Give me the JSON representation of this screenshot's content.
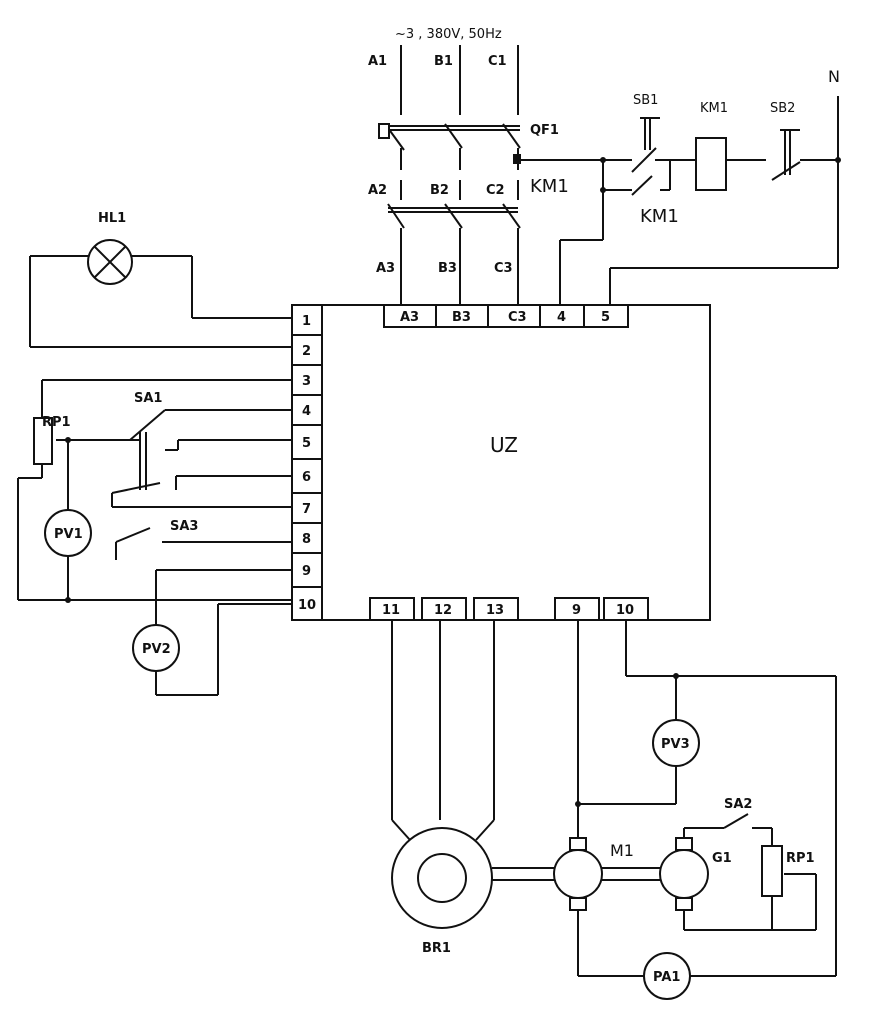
{
  "supply": {
    "label": "~3 , 380V, 50Hz",
    "phases_in": [
      "A1",
      "B1",
      "C1"
    ],
    "phases_mid": [
      "A2",
      "B2",
      "C2"
    ],
    "phases_out": [
      "A3",
      "B3",
      "C3"
    ],
    "neutral": "N"
  },
  "breaker": {
    "label": "QF1"
  },
  "contactor": {
    "label": "KM1",
    "contact_label": "KM1",
    "aux_label": "KM1"
  },
  "buttons": {
    "start": "SB1",
    "stop": "SB2"
  },
  "lamp": {
    "label": "HL1"
  },
  "potentiometer_left": {
    "label": "RP1"
  },
  "potentiometer_right": {
    "label": "RP1"
  },
  "switches": {
    "sa1": "SA1",
    "sa2": "SA2",
    "sa3": "SA3"
  },
  "meters": {
    "pv1": "PV1",
    "pv2": "PV2",
    "pv3": "PV3",
    "pa1": "PA1"
  },
  "converter": {
    "label": "UZ",
    "top_terminals": [
      "A3",
      "B3",
      "C3",
      "4",
      "5"
    ],
    "left_terminals": [
      "1",
      "2",
      "3",
      "4",
      "5",
      "6",
      "7",
      "8",
      "9",
      "10"
    ],
    "bottom_terminals": [
      "11",
      "12",
      "13",
      "9",
      "10"
    ]
  },
  "machines": {
    "motor": "M1",
    "generator": "G1",
    "sensor": "BR1"
  }
}
